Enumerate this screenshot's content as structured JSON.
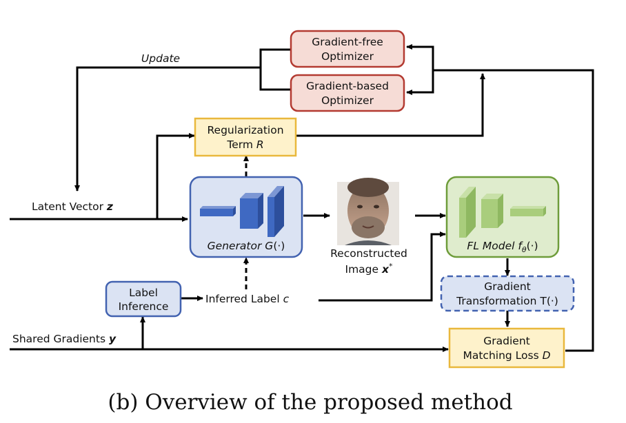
{
  "diagram": {
    "optimizers": {
      "gradient_free": [
        "Gradient-free",
        "Optimizer"
      ],
      "gradient_based": [
        "Gradient-based",
        "Optimizer"
      ],
      "update_label": "Update"
    },
    "regularization": {
      "line1": "Regularization",
      "line2_prefix": "Term ",
      "line2_symbol": "R"
    },
    "latent": {
      "prefix": "Latent Vector ",
      "symbol": "z"
    },
    "generator": {
      "prefix": "Generator ",
      "symbol": "G",
      "suffix": "(·)"
    },
    "reconstructed": {
      "line1": "Reconstructed",
      "line2_prefix": "Image ",
      "line2_symbol": "x",
      "line2_sup": "*"
    },
    "fl_model": {
      "prefix": "FL Model ",
      "symbol": "f",
      "subscript": "θ",
      "suffix": "(·)"
    },
    "label_inference": [
      "Label",
      "Inference"
    ],
    "inferred_label": {
      "prefix": "Inferred Label ",
      "symbol": "c"
    },
    "gradient_transformation": {
      "line1": "Gradient",
      "line2": "Transformation T(·)"
    },
    "shared_gradients": {
      "prefix": "Shared Gradients ",
      "symbol": "y"
    },
    "matching_loss": {
      "line1": "Gradient",
      "line2_prefix": "Matching Loss ",
      "line2_symbol": "D"
    }
  },
  "caption": "(b) Overview of the proposed method",
  "colors": {
    "optimizer_fill": "#f6dcd6",
    "optimizer_stroke": "#b33a31",
    "yellow_fill": "#fef2cb",
    "yellow_stroke": "#e9b83c",
    "blue_fill": "#dbe3f3",
    "blue_stroke": "#4262b0",
    "green_fill": "#dfeccd",
    "green_stroke": "#6e9c3a"
  }
}
